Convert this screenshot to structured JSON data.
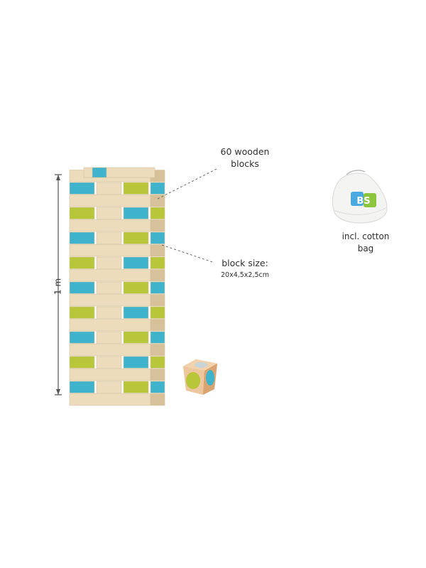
{
  "labels": {
    "block_count_line1": "60 wooden",
    "block_count_line2": "blocks",
    "block_size_title": "block size:",
    "block_size_value": "20x4,5x2,5cm",
    "bag_line1": "incl. cotton",
    "bag_line2": "bag",
    "height": "1 m",
    "bag_logo": "BS"
  },
  "colors": {
    "wood": "#ecdcbc",
    "wood_shadow": "#d6c19a",
    "blue": "#3fb3cc",
    "green": "#b8c63a",
    "dimension_line": "#555555",
    "bag_logo_blue": "#49a9e0",
    "bag_logo_green": "#8cc63e"
  },
  "icons": [
    "dimension-arrow",
    "dashed-pointer",
    "dice-icon",
    "cotton-bag-icon"
  ]
}
